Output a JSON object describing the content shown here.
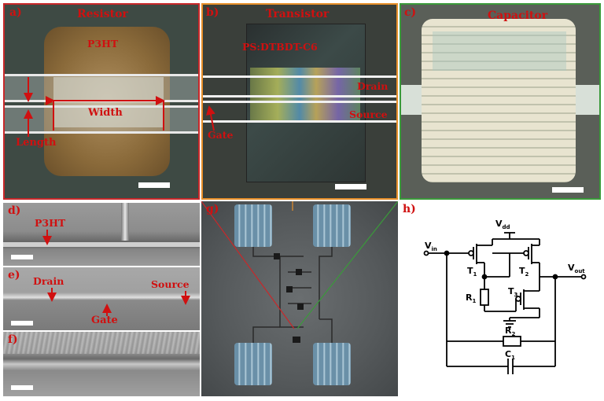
{
  "panels": {
    "a": {
      "label": "a)",
      "title": "Resistor",
      "material": "P3HT",
      "width_label": "Width",
      "length_label": "Length"
    },
    "b": {
      "label": "b)",
      "title": "Transistor",
      "material": "PS:DTBDT-C6",
      "drain": "Drain",
      "source": "Source",
      "gate": "Gate"
    },
    "c": {
      "label": "c)",
      "title": "Capacitor"
    },
    "d": {
      "label": "d)",
      "material": "P3HT"
    },
    "e": {
      "label": "e)",
      "drain": "Drain",
      "source": "Source",
      "gate": "Gate"
    },
    "f": {
      "label": "f)"
    },
    "g": {
      "label": "g)"
    },
    "h": {
      "label": "h)"
    }
  },
  "circuit": {
    "vdd": {
      "main": "V",
      "sub": "dd"
    },
    "vin": {
      "main": "V",
      "sub": "in"
    },
    "vout": {
      "main": "V",
      "sub": "out"
    },
    "t1": {
      "main": "T",
      "sub": "1"
    },
    "t2": {
      "main": "T",
      "sub": "2"
    },
    "t3": {
      "main": "T",
      "sub": "3"
    },
    "r1": {
      "main": "R",
      "sub": "1"
    },
    "r2": {
      "main": "R",
      "sub": "2"
    },
    "c1": {
      "main": "C",
      "sub": "1"
    }
  },
  "colors": {
    "frame_a": "#c8282a",
    "frame_b": "#e8902a",
    "frame_c": "#3a9a3a",
    "annotation": "#d01010"
  }
}
